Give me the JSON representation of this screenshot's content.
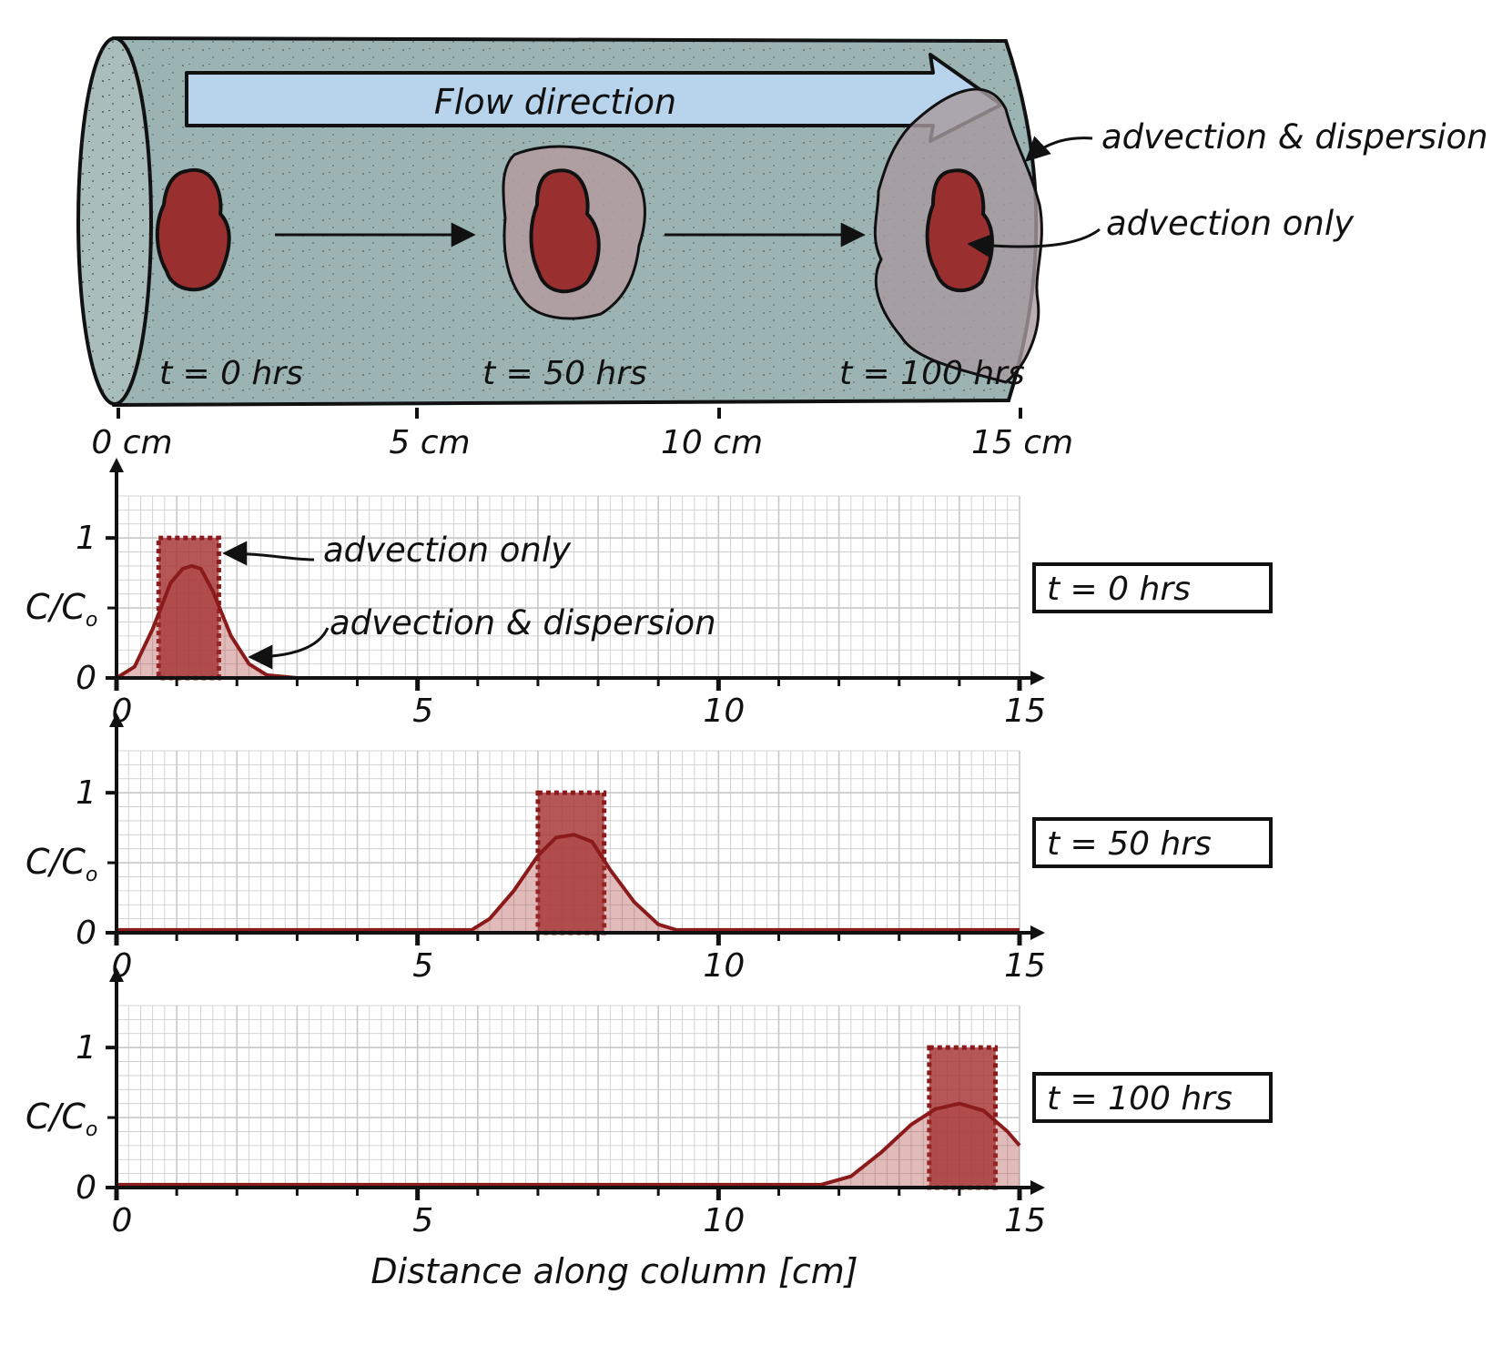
{
  "diagram": {
    "flow_label": "Flow direction",
    "label_adv_disp": "advection & dispersion",
    "label_adv_only": "advection only",
    "time_labels": [
      "t = 0 hrs",
      "t = 50 hrs",
      "t = 100 hrs"
    ],
    "column_ticks": [
      "0 cm",
      "5 cm",
      "10 cm",
      "15 cm"
    ]
  },
  "colors": {
    "column_fill": "#9bb3b3",
    "arrow_fill": "#b7d4ec",
    "plume_outer": "#a89a9f",
    "plume_core": "#9a2f2f",
    "curve": "#8b1a1a",
    "box_fill": "#a83a3a",
    "grid": "#c8c8c8"
  },
  "plot": {
    "annot_adv_only": "advection only",
    "annot_adv_disp": "advection & dispersion",
    "xlabel": "Distance along column [cm]",
    "y_tick_labels": [
      "1",
      "0"
    ]
  },
  "chart_data": [
    {
      "type": "area",
      "time_label": "t = 0 hrs",
      "ylabel": "C/Co",
      "xlim": [
        0,
        15
      ],
      "ylim": [
        0,
        1.3
      ],
      "x_ticks": [
        0,
        5,
        10,
        15
      ],
      "y_ticks": [
        0,
        1
      ],
      "grid": true,
      "series": [
        {
          "name": "advection only",
          "shape": "pulse",
          "x_start": 0.7,
          "x_end": 1.7,
          "value": 1
        },
        {
          "name": "advection & dispersion",
          "shape": "curve",
          "x": [
            0,
            0.3,
            0.6,
            0.9,
            1.1,
            1.25,
            1.4,
            1.6,
            1.9,
            2.2,
            2.5,
            3,
            15
          ],
          "y": [
            0,
            0.08,
            0.35,
            0.68,
            0.78,
            0.8,
            0.78,
            0.62,
            0.3,
            0.1,
            0.02,
            0,
            0
          ]
        }
      ]
    },
    {
      "type": "area",
      "time_label": "t = 50 hrs",
      "ylabel": "C/Co",
      "xlim": [
        0,
        15
      ],
      "ylim": [
        0,
        1.3
      ],
      "x_ticks": [
        0,
        5,
        10,
        15
      ],
      "y_ticks": [
        0,
        1
      ],
      "grid": true,
      "series": [
        {
          "name": "advection only",
          "shape": "pulse",
          "x_start": 7.0,
          "x_end": 8.1,
          "value": 1
        },
        {
          "name": "advection & dispersion",
          "shape": "curve",
          "x": [
            0,
            5.9,
            6.2,
            6.6,
            7.0,
            7.3,
            7.6,
            7.9,
            8.2,
            8.6,
            9.0,
            9.3,
            15
          ],
          "y": [
            0.02,
            0.02,
            0.1,
            0.3,
            0.55,
            0.68,
            0.7,
            0.65,
            0.45,
            0.22,
            0.06,
            0.02,
            0.02
          ]
        }
      ]
    },
    {
      "type": "area",
      "time_label": "t = 100 hrs",
      "ylabel": "C/Co",
      "xlim": [
        0,
        15
      ],
      "ylim": [
        0,
        1.3
      ],
      "x_ticks": [
        0,
        5,
        10,
        15
      ],
      "y_ticks": [
        0,
        1
      ],
      "grid": true,
      "series": [
        {
          "name": "advection only",
          "shape": "pulse",
          "x_start": 13.5,
          "x_end": 14.6,
          "value": 1
        },
        {
          "name": "advection & dispersion",
          "shape": "curve",
          "x": [
            0,
            11.7,
            12.2,
            12.7,
            13.2,
            13.6,
            14.0,
            14.4,
            14.8,
            15
          ],
          "y": [
            0.02,
            0.02,
            0.08,
            0.25,
            0.45,
            0.56,
            0.6,
            0.55,
            0.4,
            0.3
          ]
        }
      ]
    }
  ]
}
